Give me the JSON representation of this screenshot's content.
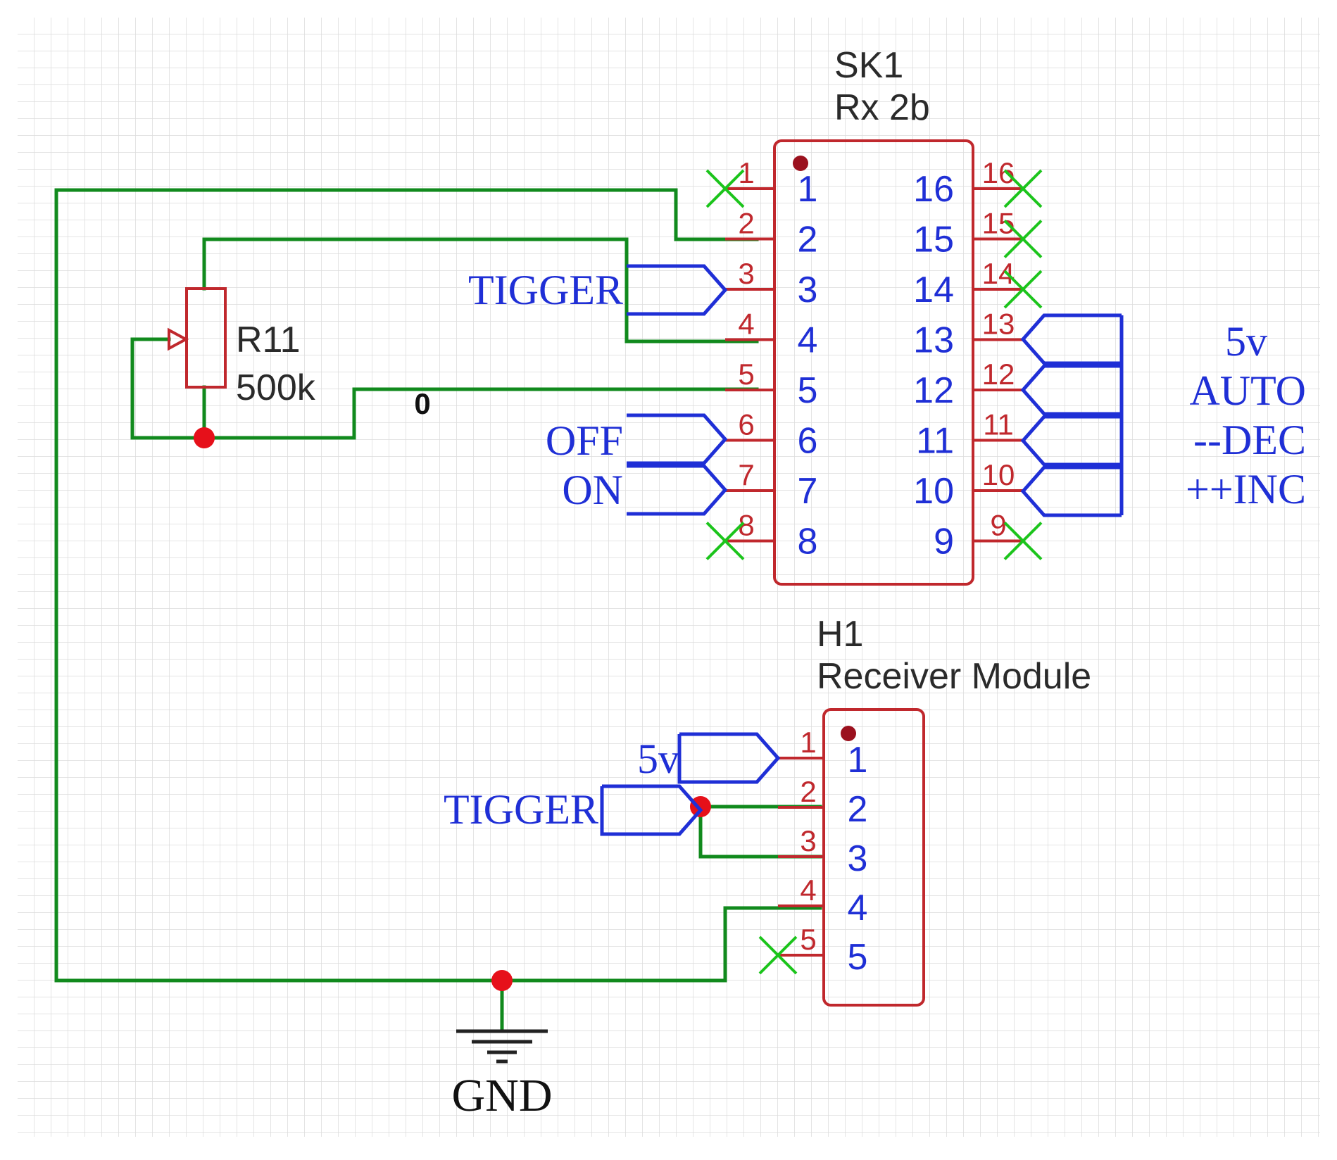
{
  "sk1": {
    "ref": "SK1",
    "value": "Rx 2b",
    "left_pins": [
      "1",
      "2",
      "3",
      "4",
      "5",
      "6",
      "7",
      "8"
    ],
    "right_pins": [
      "16",
      "15",
      "14",
      "13",
      "12",
      "11",
      "10",
      "9"
    ]
  },
  "r11": {
    "ref": "R11",
    "value": "500k"
  },
  "h1": {
    "ref": "H1",
    "value": "Receiver Module",
    "pins": [
      "1",
      "2",
      "3",
      "4",
      "5"
    ]
  },
  "nets": {
    "trigger_top": "TIGGER",
    "off": "OFF",
    "on": "ON",
    "v5_right": "5v",
    "auto": "AUTO",
    "dec": "--DEC",
    "inc": "++INC",
    "v5_h1": "5v",
    "trigger_h1": "TIGGER",
    "gnd": "GND"
  },
  "wire_marker": "0",
  "colors": {
    "wire": "#118a1d",
    "component": "#c0282d",
    "net_flag": "#1f2fd6",
    "no_connect": "#1bc41b",
    "junction": "#e6101a",
    "grid": "#dcdcdc"
  }
}
